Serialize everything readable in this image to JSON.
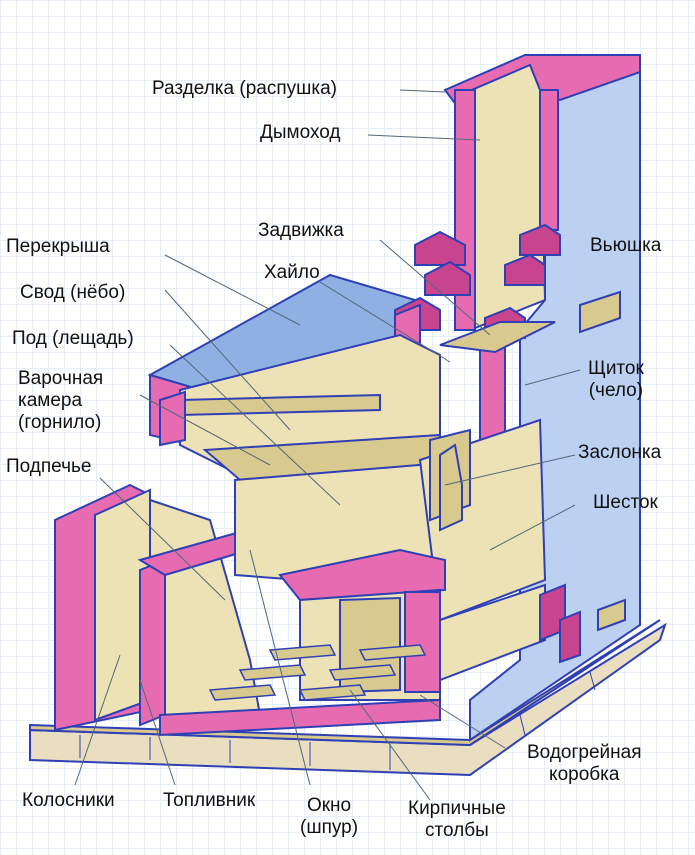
{
  "colors": {
    "brick_face": "#e76bb1",
    "brick_dark": "#c9448f",
    "outline": "#2f3fb4",
    "interior": "#ece2b6",
    "interior_dark": "#d8c98e",
    "side_wall": "#bcd0f2",
    "top_surface": "#8fb0e3",
    "base": "#e9dfc0",
    "leader": "#556677"
  },
  "labels": {
    "razdelka": "Разделка (распушка)",
    "dymokhod": "Дымоход",
    "zadvizhka": "Задвижка",
    "vyushka": "Вьюшка",
    "perekrysha": "Перекрыша",
    "khaylo": "Хайло",
    "svod": "Свод (нёбо)",
    "pod": "Под (лещадь)",
    "varochnaya": "Варочная\nкамера\n(горнило)",
    "shchitok": "Щиток\n(чело)",
    "zaslonka": "Заслонка",
    "podpeche": "Подпечье",
    "shestok": "Шесток",
    "vodogreynaya": "Водогрейная\nкоробка",
    "kolosniki": "Колосники",
    "toplivnik": "Топливник",
    "okno": "Окно\n(шпур)",
    "kirpichnye": "Кирпичные\nстолбы"
  }
}
